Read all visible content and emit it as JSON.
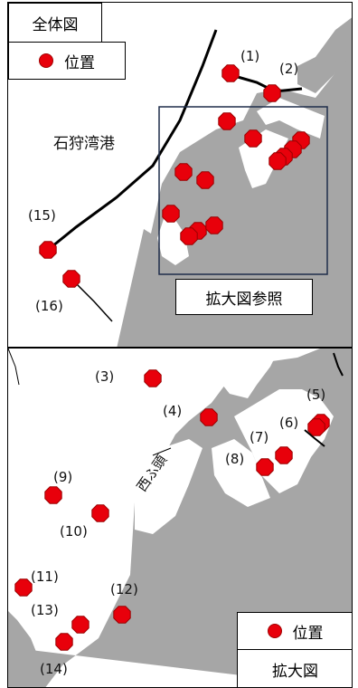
{
  "top_panel": {
    "title": "全体図",
    "legend_label": "位置",
    "place_label": "石狩湾港",
    "detail_label": "拡大図参照"
  },
  "bottom_panel": {
    "legend_label": "位置",
    "title": "拡大図",
    "pier_label": "西ふ頭"
  },
  "colors": {
    "marker": "#e8000b",
    "land": "#a6a6a6",
    "water": "#ffffff",
    "line": "#000000",
    "frame": "#1f2d4a"
  },
  "markers_overview": [
    {
      "label": "(1)"
    },
    {
      "label": "(2)"
    },
    {
      "label": "(15)"
    },
    {
      "label": "(16)"
    }
  ],
  "markers_detail": [
    {
      "label": "(3)"
    },
    {
      "label": "(4)"
    },
    {
      "label": "(5)"
    },
    {
      "label": "(6)"
    },
    {
      "label": "(7)"
    },
    {
      "label": "(8)"
    },
    {
      "label": "(9)"
    },
    {
      "label": "(10)"
    },
    {
      "label": "(11)"
    },
    {
      "label": "(12)"
    },
    {
      "label": "(13)"
    },
    {
      "label": "(14)"
    }
  ]
}
